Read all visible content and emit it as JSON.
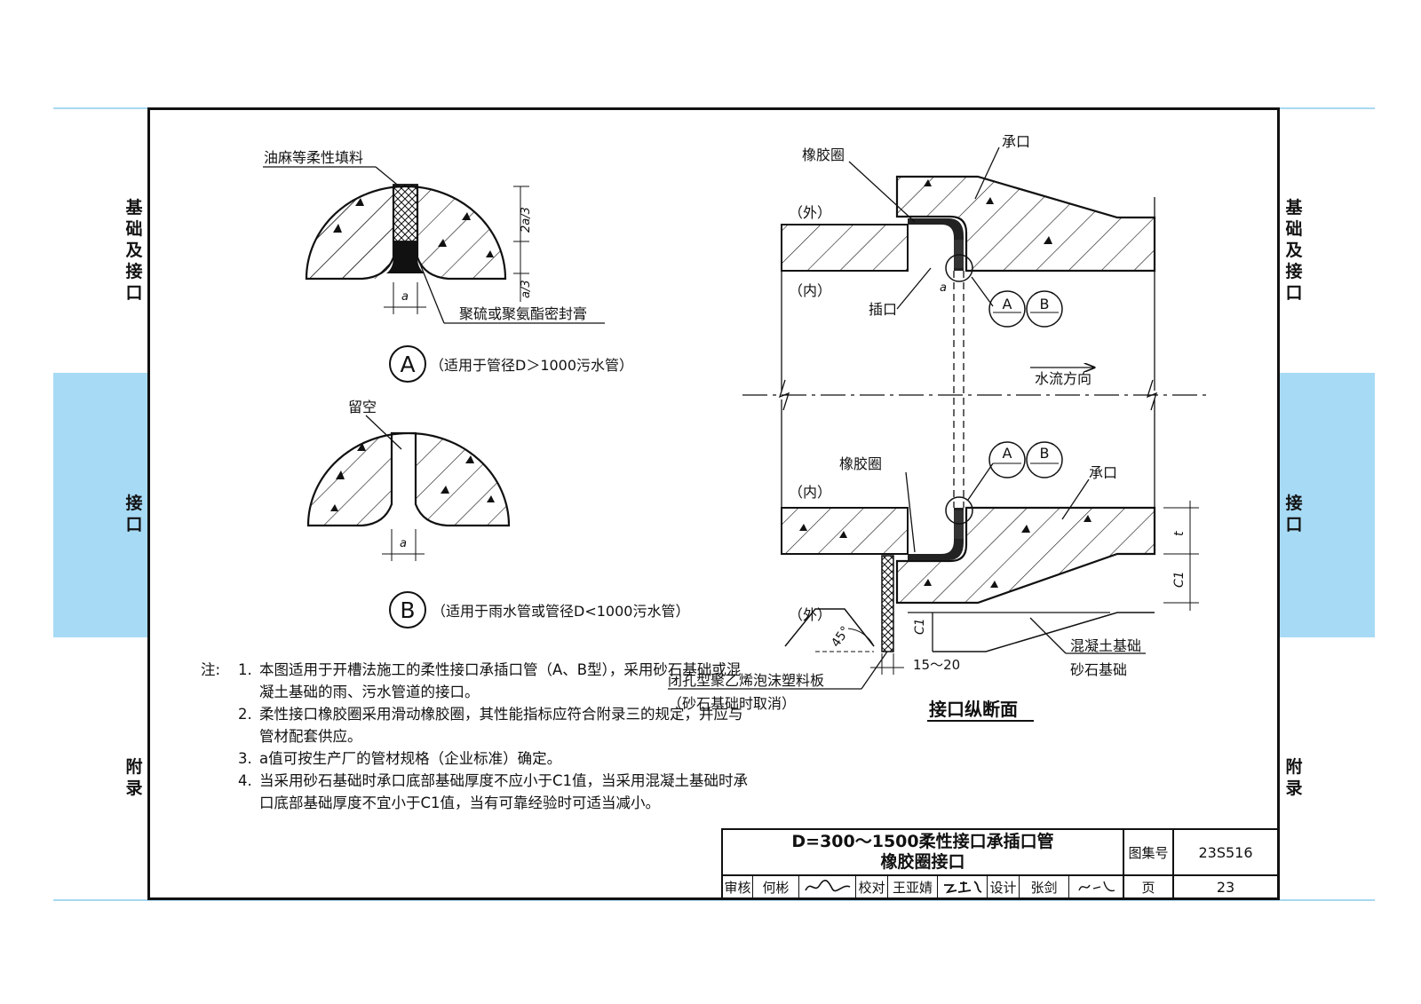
{
  "side_tabs": {
    "left": [
      "基础及接口",
      "接口",
      "附录"
    ],
    "right": [
      "基础及接口",
      "接口",
      "附录"
    ]
  },
  "detail_a": {
    "label_filler": "油麻等柔性填料",
    "label_sealant": "聚硫或聚氨酯密封膏",
    "dim_upper": "2a/3",
    "dim_lower": "a/3",
    "dim_width": "a",
    "mark": "A",
    "caption": "（适用于管径D＞1000污水管）"
  },
  "detail_b": {
    "label_gap": "留空",
    "dim_width": "a",
    "mark": "B",
    "caption": "（适用于雨水管或管径D<1000污水管）"
  },
  "section": {
    "title": "接口纵断面",
    "outer": "（外）",
    "inner": "（内）",
    "rubber_ring": "橡胶圈",
    "socket": "承口",
    "spigot": "插口",
    "dim_a": "a",
    "flow": "水流方向",
    "dim_t": "t",
    "dim_c1": "C1",
    "angle": "45°",
    "dim_gap": "15～20",
    "base_label_1": "混凝土基础",
    "base_label_2": "砂石基础",
    "foam_label_1": "闭孔型聚乙烯泡沫塑料板",
    "foam_label_2": "（砂石基础时取消）",
    "ref_a": "A",
    "ref_b": "B"
  },
  "notes": {
    "label": "注:",
    "items": [
      {
        "num": "1.",
        "text": "本图适用于开槽法施工的柔性接口承插口管（A、B型），采用砂石基础或混凝土基础的雨、污水管道的接口。"
      },
      {
        "num": "2.",
        "text": "柔性接口橡胶圈采用滑动橡胶圈，其性能指标应符合附录三的规定，并应与管材配套供应。"
      },
      {
        "num": "3.",
        "text": "a值可按生产厂的管材规格（企业标准）确定。"
      },
      {
        "num": "4.",
        "text": "当采用砂石基础时承口底部基础厚度不应小于C1值，当采用混凝土基础时承口底部基础厚度不宜小于C1值，当有可靠经验时可适当减小。"
      }
    ]
  },
  "title_block": {
    "title_line1": "D=300～1500柔性接口承插口管",
    "title_line2": "橡胶圈接口",
    "atlas_label": "图集号",
    "atlas_no": "23S516",
    "page_label": "页",
    "page_no": "23",
    "review_label": "审核",
    "review_name": "何彬",
    "check_label": "校对",
    "check_name": "王亚婧",
    "design_label": "设计",
    "design_name": "张剑"
  }
}
